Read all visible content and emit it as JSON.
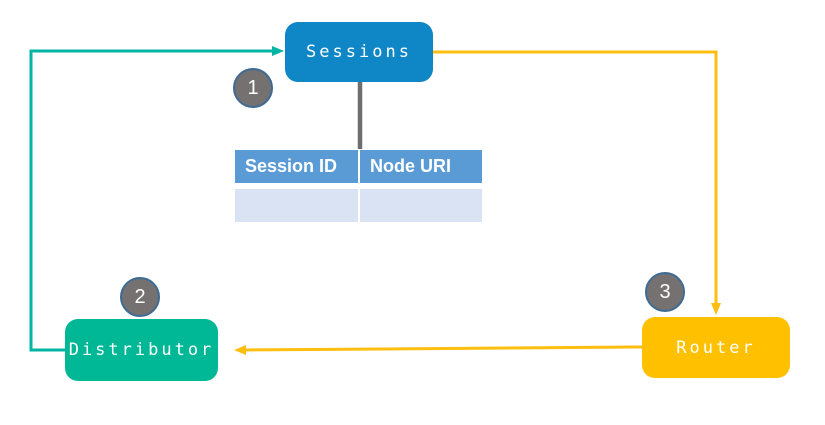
{
  "nodes": {
    "sessions": {
      "label": "Sessions"
    },
    "distributor": {
      "label": "Distributor"
    },
    "router": {
      "label": "Router"
    }
  },
  "steps": [
    "1",
    "2",
    "3"
  ],
  "table": {
    "headers": [
      "Session ID",
      "Node URI"
    ],
    "rows": [
      [
        "",
        ""
      ]
    ]
  },
  "colors": {
    "node_sessions": "#0f86c6",
    "node_distributor": "#00b796",
    "node_router": "#ffc000",
    "arrow_teal": "#00b5a4",
    "arrow_yellow": "#fdbe10",
    "connector_gray": "#6e6e6e",
    "step_fill": "#767171",
    "step_border": "#3d6b94",
    "table_header_bg": "#5b9bd5",
    "table_row_bg": "#dae3f3",
    "page_bg": "#ffffff",
    "text_light": "#ffffff"
  }
}
